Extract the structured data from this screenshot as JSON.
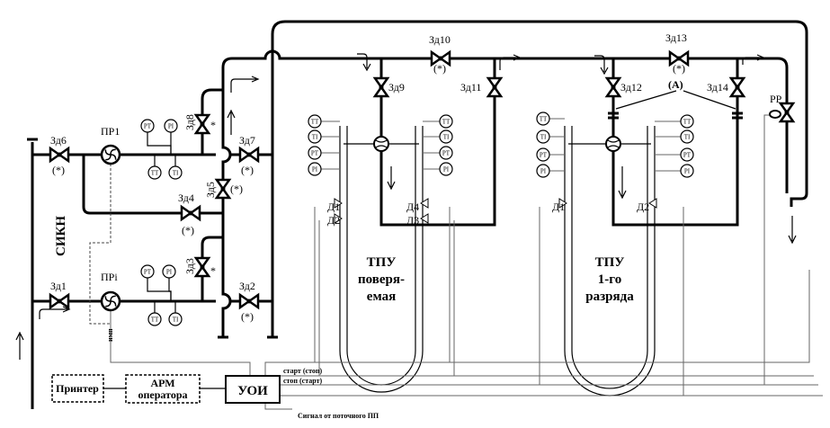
{
  "valves": {
    "zd1": "Зд1",
    "zd2": "Зд2",
    "zd3": "Зд3",
    "zd4": "Зд4",
    "zd5": "Зд5",
    "zd6": "Зд6",
    "zd7": "Зд7",
    "zd8": "Зд8",
    "zd9": "Зд9",
    "zd10": "Зд10",
    "zd11": "Зд11",
    "zd12": "Зд12",
    "zd13": "Зд13",
    "zd14": "Зд14",
    "pp": "РР"
  },
  "marks": {
    "star_paren": "(*)",
    "star": "*",
    "a_mark": "(A)"
  },
  "meters": {
    "pr1": "ПР1",
    "pri": "ПРi"
  },
  "instruments": {
    "pt": "PT",
    "pi": "PI",
    "tt": "TT",
    "ti": "TI"
  },
  "sikn": "СИКН",
  "detectors": {
    "d1": "Д1",
    "d2": "Д2",
    "d3": "Д3",
    "d4": "Д4"
  },
  "tpu1": {
    "l1": "ТПУ",
    "l2": "поверя-",
    "l3": "емая"
  },
  "tpu2": {
    "l1": "ТПУ",
    "l2": "1-го",
    "l3": "разряда"
  },
  "pulse": "имп",
  "blocks": {
    "printer": "Принтер",
    "arm1": "АРМ",
    "arm2": "оператора",
    "uoi": "УОИ"
  },
  "signals": {
    "start_stop": "старт (стоп)",
    "stop_start": "стоп (старт)",
    "flow_signal": "Сигнал от поточного ПП"
  }
}
